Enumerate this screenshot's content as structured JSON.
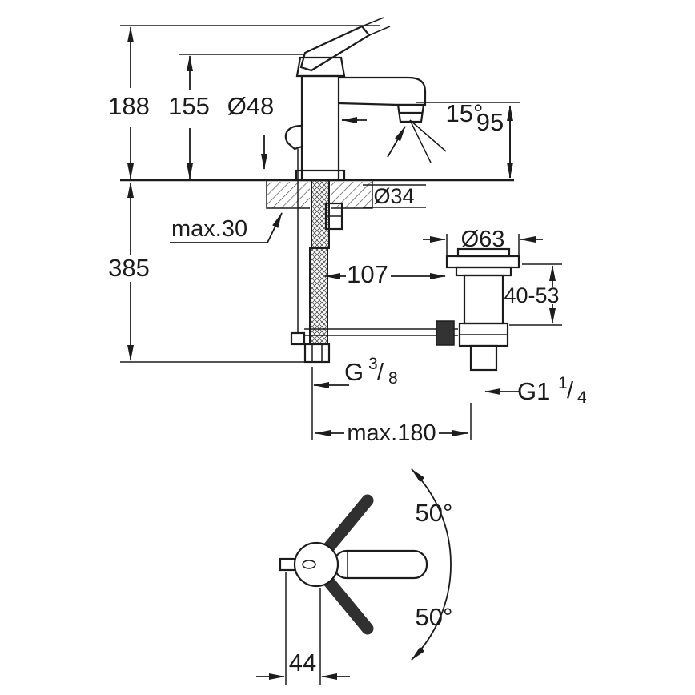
{
  "drawing": {
    "type": "technical-dimension-drawing",
    "subject": "single-lever basin faucet with pop-up waste, side view and handle swing top view",
    "background": "#ffffff",
    "line_color": "#1c1c1c",
    "labels": {
      "total_height": "188",
      "body_height": "155",
      "base_diameter": "Ø48",
      "spray_angle": "15°",
      "spout_height": "95",
      "hole_diameter": "Ø34",
      "deck_max": "max.30",
      "install_height": "385",
      "drain_offset": "107",
      "waste_flange_diameter": "Ø63",
      "waste_height_range": "40-53",
      "supply_g": "G",
      "supply_num": "3",
      "supply_slash": "/",
      "supply_den": "8",
      "waste_g": "G1",
      "waste_num": "1",
      "waste_slash": "/",
      "waste_den": "4",
      "hose_reach": "max.180",
      "swing_up": "50°",
      "swing_down": "50°",
      "handle_width": "44"
    }
  }
}
